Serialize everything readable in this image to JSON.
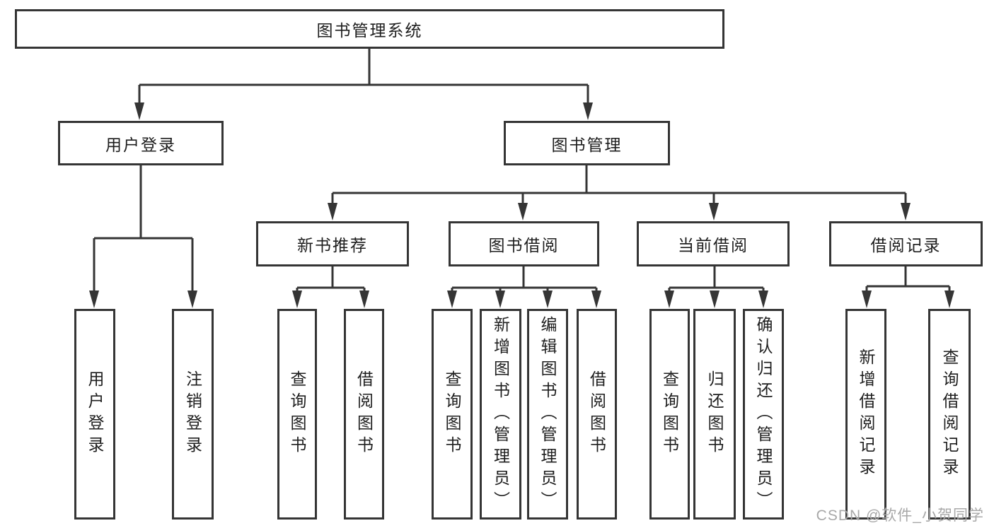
{
  "diagram_title": "图书管理系统",
  "tree": {
    "label": "图书管理系统",
    "children": [
      {
        "label": "用户登录",
        "children": [
          {
            "label": "用户登录"
          },
          {
            "label": "注销登录"
          }
        ]
      },
      {
        "label": "图书管理",
        "children": [
          {
            "label": "新书推荐",
            "children": [
              {
                "label": "查询图书"
              },
              {
                "label": "借阅图书"
              }
            ]
          },
          {
            "label": "图书借阅",
            "children": [
              {
                "label": "查询图书"
              },
              {
                "label": "新增图书（管理员）"
              },
              {
                "label": "编辑图书（管理员）"
              },
              {
                "label": "借阅图书"
              }
            ]
          },
          {
            "label": "当前借阅",
            "children": [
              {
                "label": "查询图书"
              },
              {
                "label": "归还图书"
              },
              {
                "label": "确认归还（管理员）"
              }
            ]
          },
          {
            "label": "借阅记录",
            "children": [
              {
                "label": "新增借阅记录"
              },
              {
                "label": "查询借阅记录"
              }
            ]
          }
        ]
      }
    ]
  },
  "watermark": "CSDN @软件_小贺同学",
  "colors": {
    "line": "#353535",
    "text": "#1e1e1e",
    "watermark": "#a8a8a8",
    "bg": "#ffffff"
  }
}
